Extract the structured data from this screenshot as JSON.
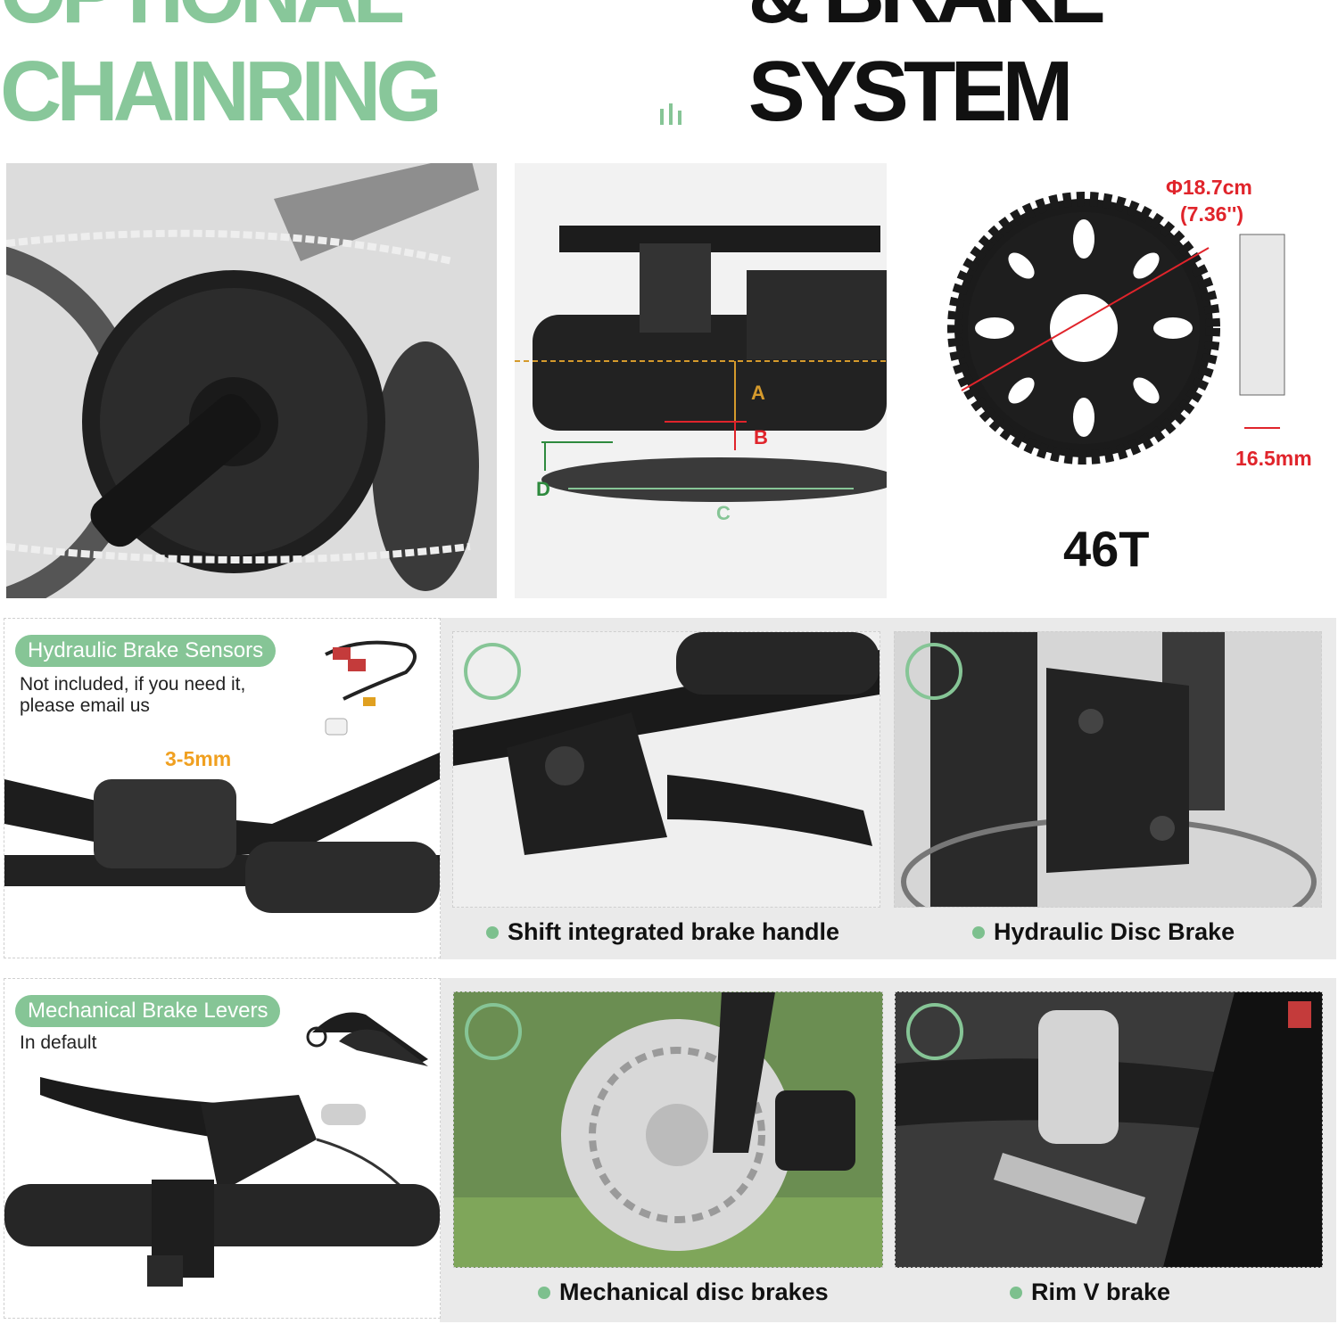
{
  "header": {
    "title_green": "OPTIONAL CHAINRING",
    "title_black": "& BRAKE SYSTEM"
  },
  "chainring": {
    "diameter_cm": "Φ18.7cm",
    "diameter_in": "(7.36'')",
    "width": "16.5mm",
    "teeth": "46T",
    "labels": [
      "A",
      "B",
      "C",
      "D"
    ]
  },
  "hydraulic_sensor": {
    "tag": "Hydraulic Brake Sensors",
    "note_line1": "Not included, if you need it,",
    "note_line2": "please email us",
    "gap": "3-5mm"
  },
  "mechanical_levers": {
    "tag": "Mechanical Brake Levers",
    "note": "In default"
  },
  "captions": {
    "shift": "Shift integrated brake handle",
    "hydraulic_disc": "Hydraulic Disc Brake",
    "mechanical_disc": "Mechanical disc brakes",
    "rim": "Rim V brake"
  },
  "colors": {
    "accent_green": "#86c596",
    "dimension_red": "#e0242b"
  }
}
